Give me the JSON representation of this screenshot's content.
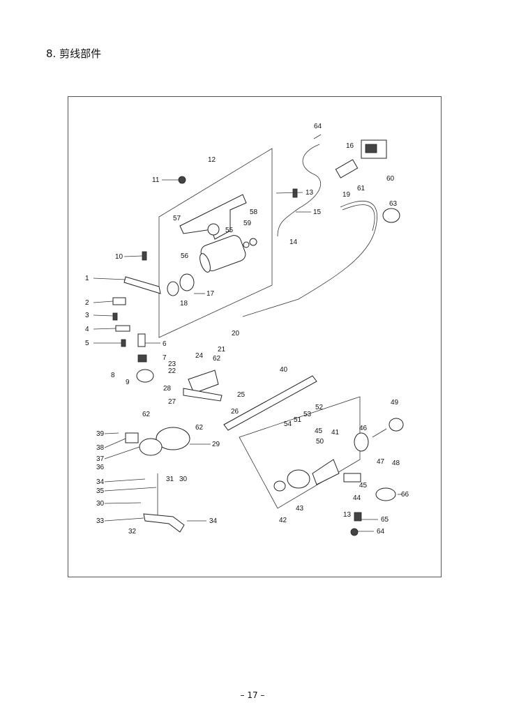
{
  "page": {
    "title": "8. 剪线部件",
    "page_number": "– 17 –"
  },
  "diagram": {
    "callouts": [
      "1",
      "2",
      "3",
      "4",
      "5",
      "6",
      "7",
      "8",
      "9",
      "10",
      "11",
      "12",
      "13",
      "13",
      "14",
      "15",
      "16",
      "17",
      "18",
      "19",
      "20",
      "21",
      "22",
      "23",
      "24",
      "25",
      "26",
      "27",
      "28",
      "29",
      "30",
      "30",
      "31",
      "32",
      "33",
      "34",
      "34",
      "35",
      "36",
      "37",
      "38",
      "39",
      "40",
      "41",
      "42",
      "43",
      "44",
      "45",
      "45",
      "46",
      "47",
      "48",
      "49",
      "50",
      "51",
      "52",
      "53",
      "54",
      "55",
      "56",
      "57",
      "58",
      "59",
      "60",
      "61",
      "62",
      "62",
      "62",
      "63",
      "64",
      "64",
      "65",
      "66"
    ]
  }
}
